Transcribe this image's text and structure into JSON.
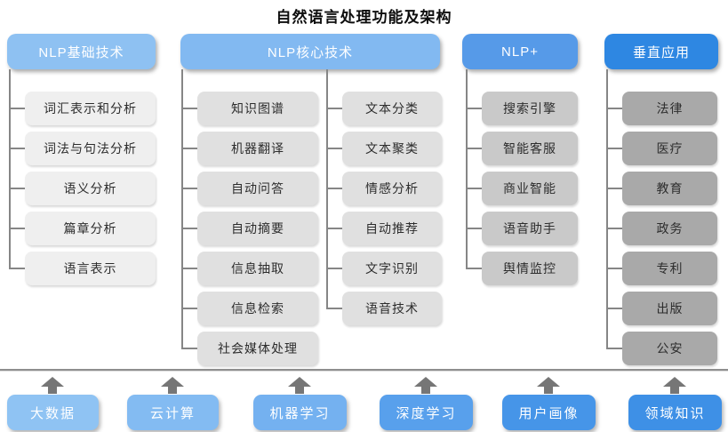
{
  "title": "自然语言处理功能及架构",
  "columns": {
    "basic": {
      "header": "NLP基础技术",
      "items": [
        "词汇表示和分析",
        "词法与句法分析",
        "语义分析",
        "篇章分析",
        "语言表示"
      ]
    },
    "core": {
      "header": "NLP核心技术",
      "items_left": [
        "知识图谱",
        "机器翻译",
        "自动问答",
        "自动摘要",
        "信息抽取",
        "信息检索",
        "社会媒体处理"
      ],
      "items_right": [
        "文本分类",
        "文本聚类",
        "情感分析",
        "自动推荐",
        "文字识别",
        "语音技术"
      ]
    },
    "plus": {
      "header": "NLP+",
      "items": [
        "搜索引擎",
        "智能客服",
        "商业智能",
        "语音助手",
        "舆情监控"
      ]
    },
    "vertical": {
      "header": "垂直应用",
      "items": [
        "法律",
        "医疗",
        "教育",
        "政务",
        "专利",
        "出版",
        "公安"
      ]
    }
  },
  "foundation": {
    "labels": [
      "大数据",
      "云计算",
      "机器学习",
      "深度学习",
      "用户画像",
      "领域知识"
    ],
    "colors": [
      "#8fc3f3",
      "#83bbf2",
      "#74b1f0",
      "#58a0ec",
      "#4695e8",
      "#3e90e6"
    ]
  },
  "colors": {
    "header_basic": "#8ec1f2",
    "header_core": "#82b9f1",
    "header_plus": "#569ae8",
    "header_vertical": "#2e87e2",
    "item_basic": "#efefef",
    "item_core": "#e0e0e0",
    "item_plus": "#c9c9c9",
    "item_vertical": "#a9a9a9",
    "connector_line": "#868686",
    "arrow": "#767676",
    "separator": "#8f8f8f",
    "header_text": "#ffffff",
    "item_text": "#2d2d2d",
    "title_text": "#0e0e0e"
  }
}
